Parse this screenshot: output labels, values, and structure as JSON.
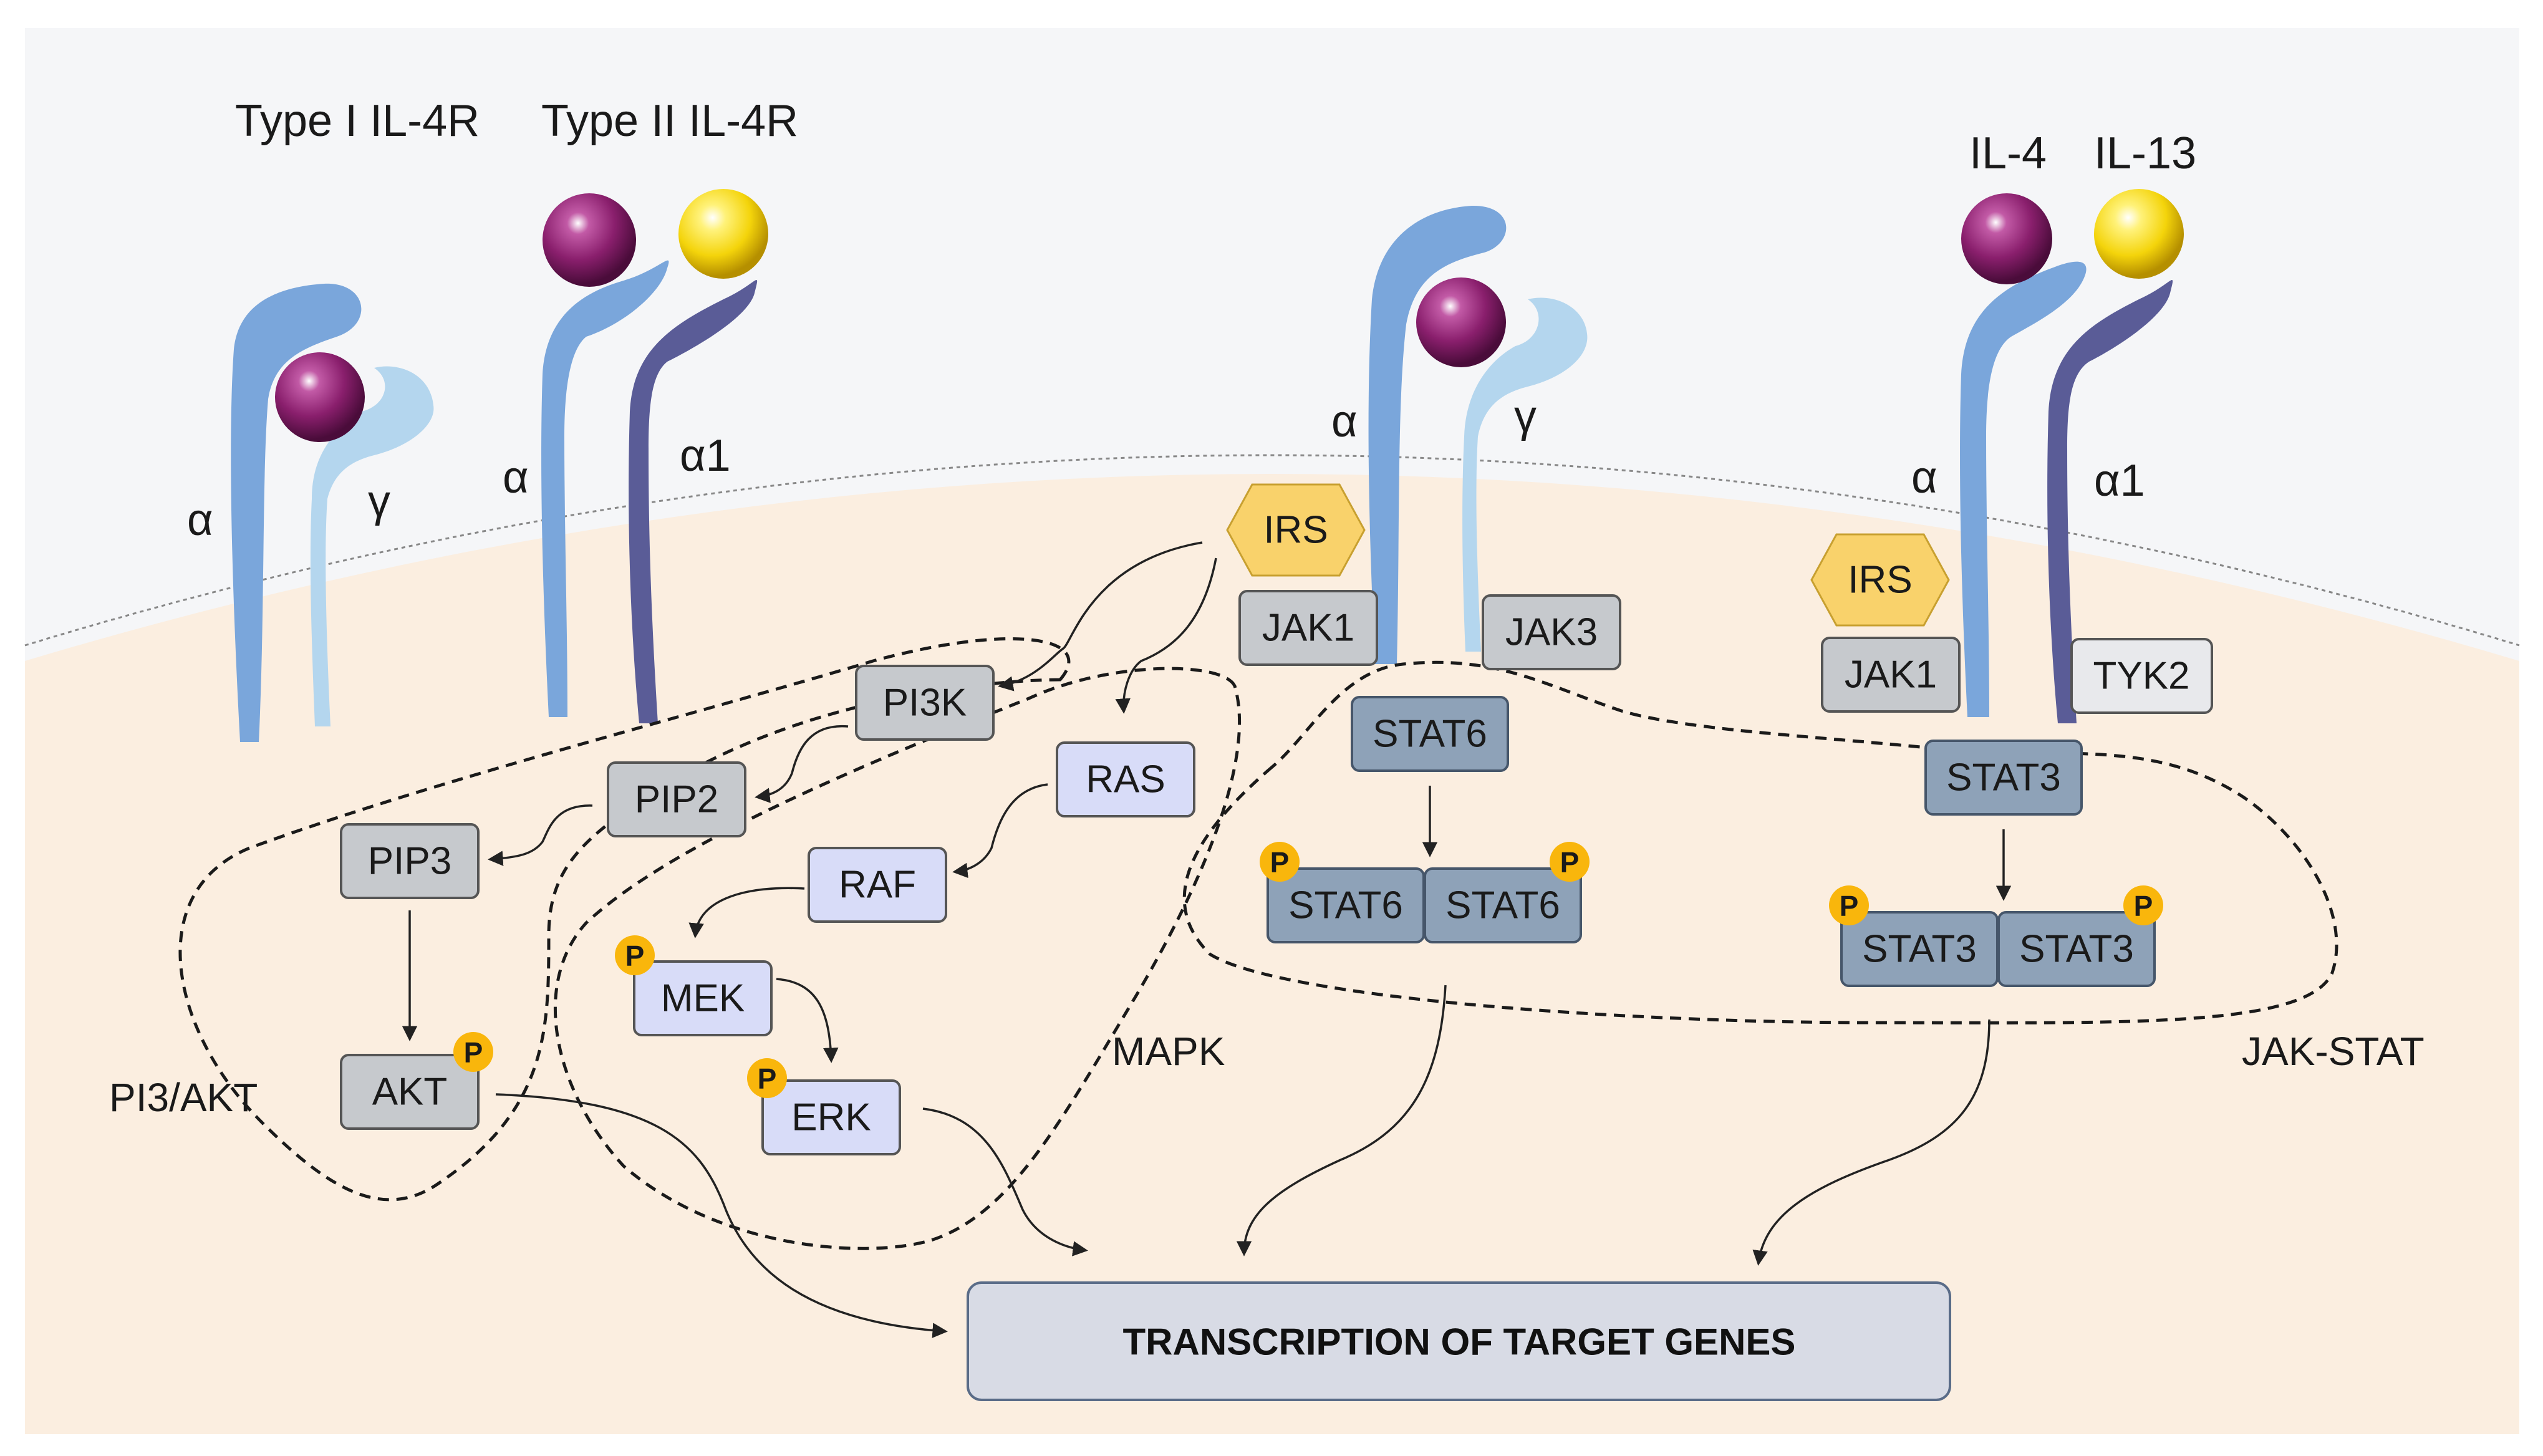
{
  "receptor_labels": {
    "type1": "Type I IL-4R",
    "type2": "Type II IL-4R",
    "il4": "IL-4",
    "il13": "IL-13"
  },
  "chain_labels": {
    "alpha": "α",
    "gamma": "γ",
    "alpha1": "α1"
  },
  "nodes": {
    "irs": "IRS",
    "jak1": "JAK1",
    "jak3": "JAK3",
    "tyk2": "TYK2",
    "pi3k": "PI3K",
    "pip2": "PIP2",
    "pip3": "PIP3",
    "akt": "AKT",
    "ras": "RAS",
    "raf": "RAF",
    "mek": "MEK",
    "erk": "ERK",
    "stat6": "STAT6",
    "stat3": "STAT3"
  },
  "phospho": "P",
  "pathways": {
    "pi3akt": "PI3/AKT",
    "mapk": "MAPK",
    "jakstat": "JAK-STAT"
  },
  "target": "TRANSCRIPTION OF TARGET GENES",
  "colors": {
    "background": "#f5f6f8",
    "cytoplasm": "#fbeee0",
    "alpha_chain": "#7aa6db",
    "gamma_chain": "#b4d6ee",
    "alpha1_chain": "#5a5c97",
    "il4": "#8a1f6d",
    "il13": "#f4d40b",
    "irs": "#f9d26b",
    "gray_box": "#c6c9cd",
    "mapk_box": "#d8dcf8",
    "stat_box": "#8ea2b8",
    "phospho": "#f9b60c",
    "target_box": "#d8dbe5"
  }
}
